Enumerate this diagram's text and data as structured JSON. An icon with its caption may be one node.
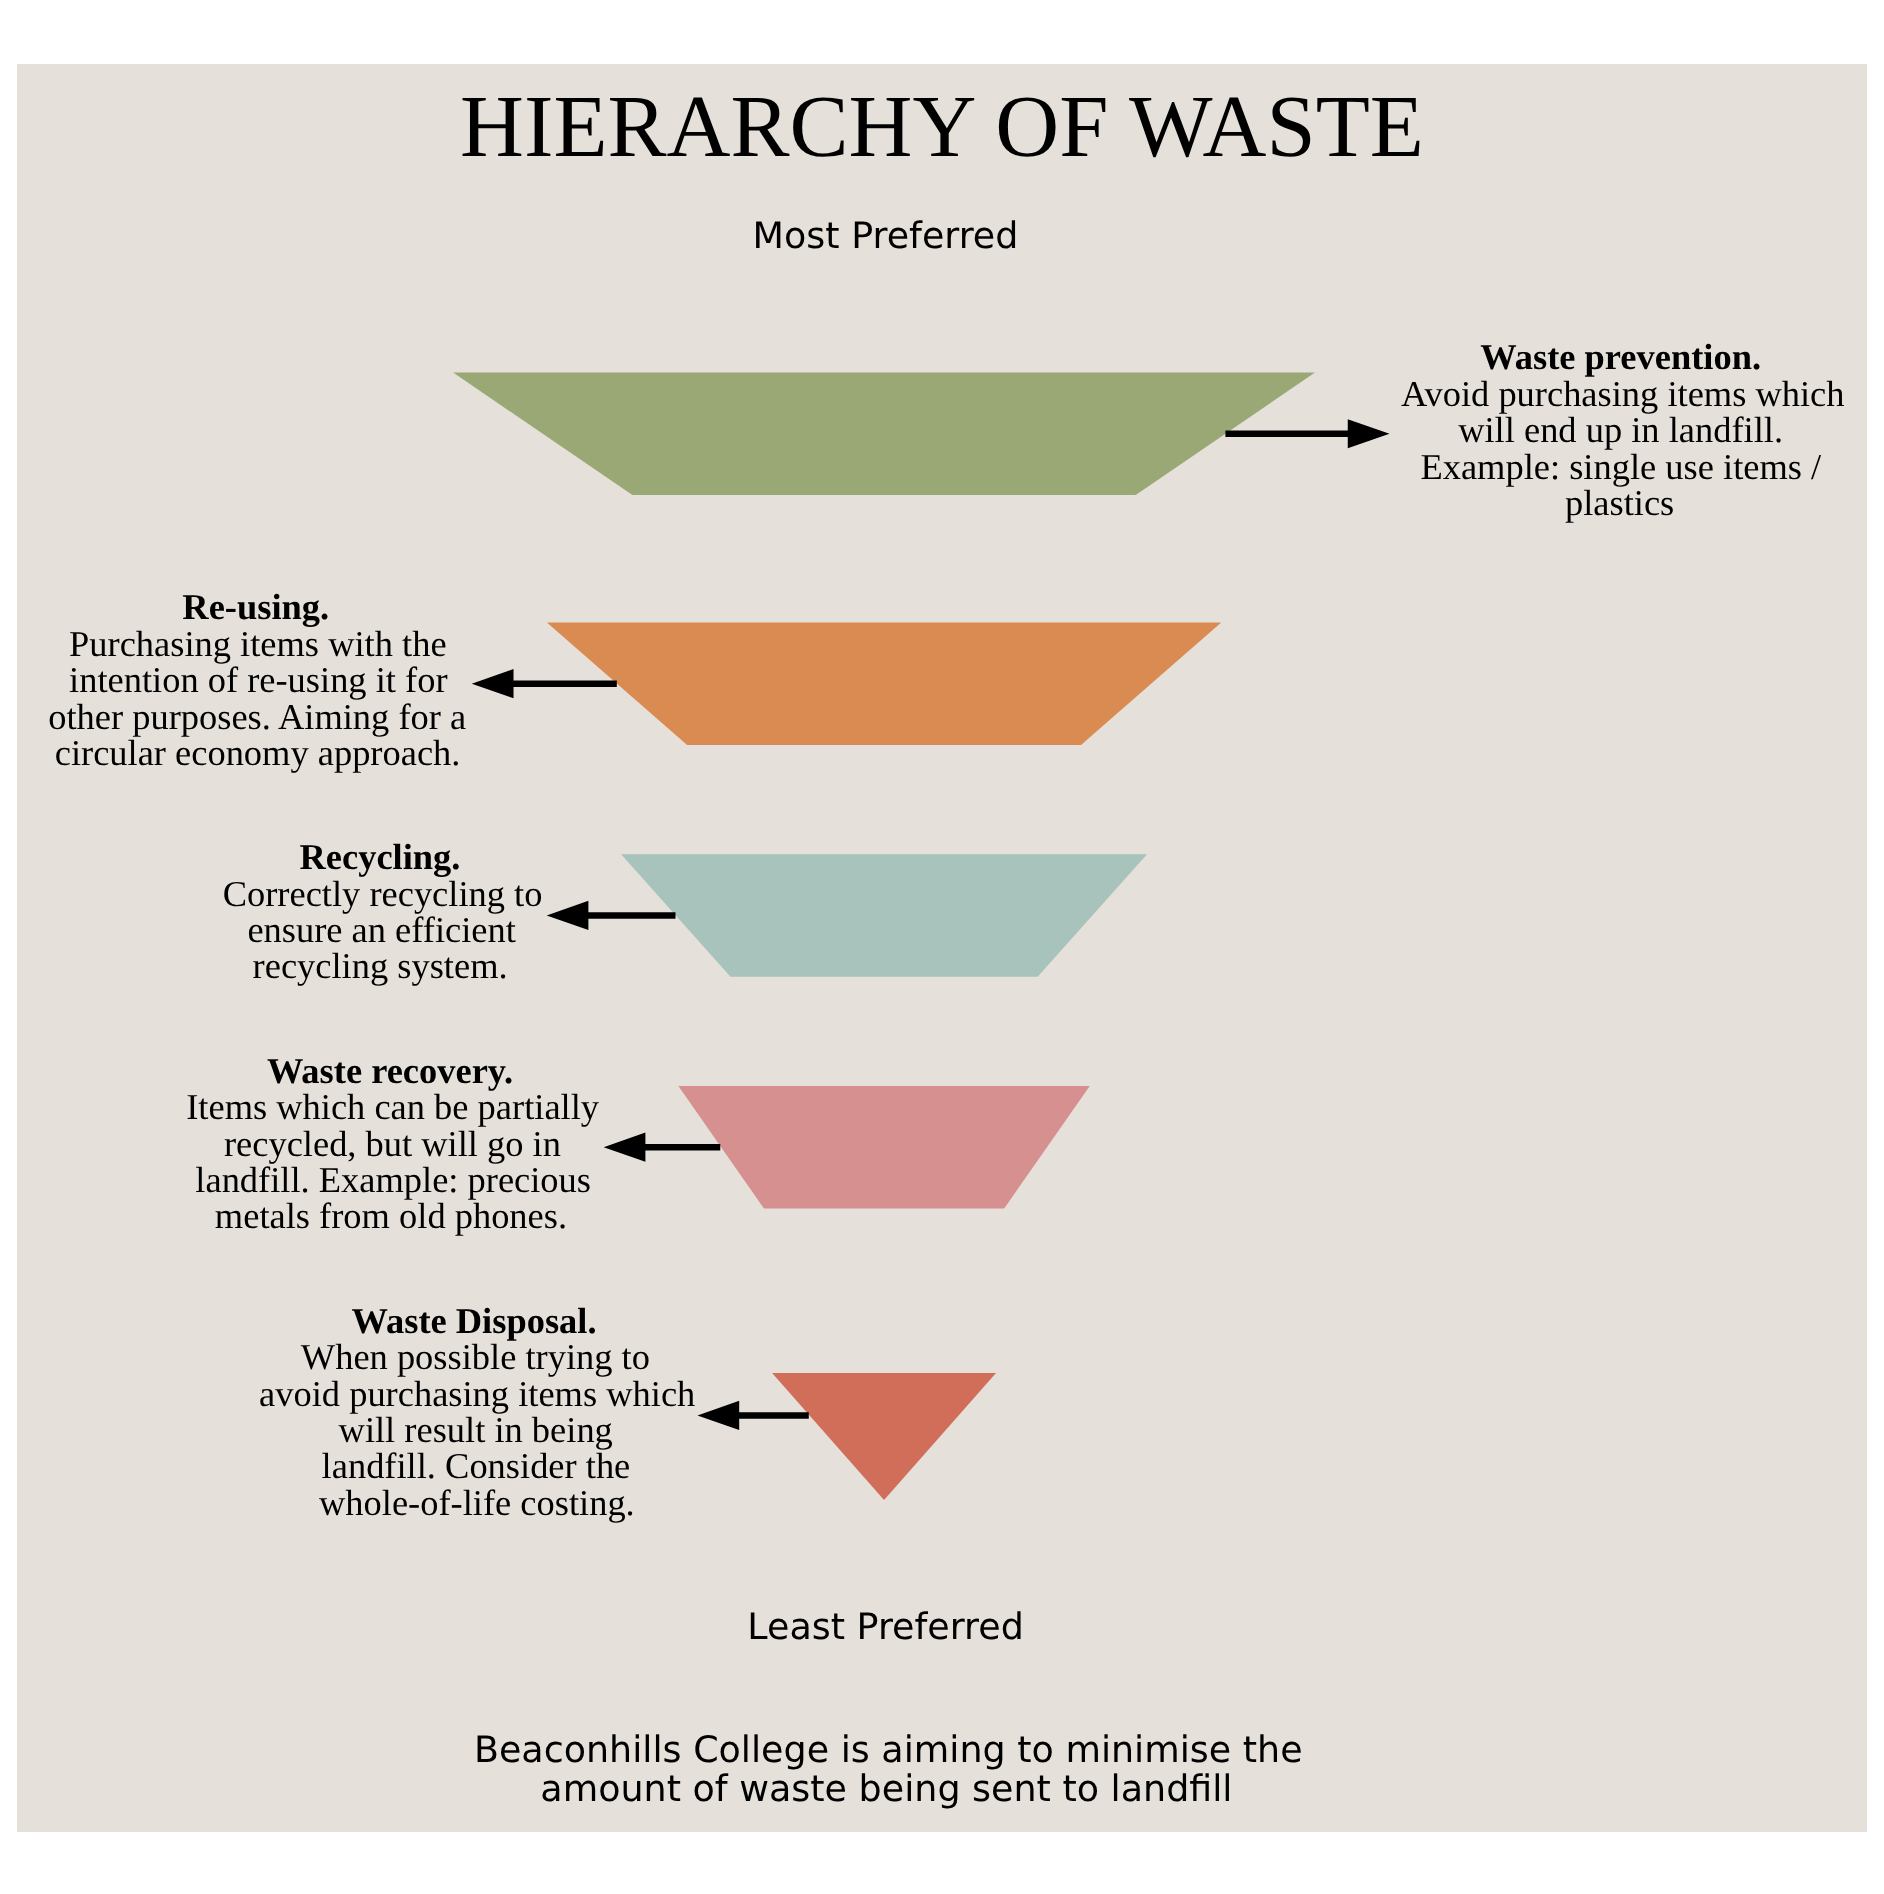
{
  "diagram": {
    "title": "HIERARCHY OF WASTE",
    "nodes": [
      {
        "text": [],
        "shape": "trapezoid"
      },
      {
        "text": [],
        "shape": "trapezoid"
      },
      {
        "text": [],
        "shape": "trapezoid"
      },
      {
        "text": [],
        "shape": "trapezoid"
      },
      {
        "text": [],
        "shape": "triangle"
      },
      {
        "text": [
          "Waste prevention.",
          "Avoid purchasing items which will end up in landfill. Example: single use items / plastics"
        ]
      },
      {
        "text": [
          "Re-using.",
          "Purchasing items with the intention of re-using it for other purposes. Aiming for a circular economy approach."
        ]
      },
      {
        "text": [
          "Recycling.",
          "Correctly recycling to ensure an efficient recycling system."
        ]
      },
      {
        "text": [
          "Waste recovery.",
          "Items which can be partially recycled, but will go in landfill. Example: precious metals from old phones."
        ]
      },
      {
        "text": [
          "Waste Disposal.",
          "When possible trying to avoid purchasing items which will result in being landfill. Consider the whole-of-life costing."
        ]
      }
    ],
    "edges": [
      {
        "from": 0,
        "to": 5,
        "arrow": "to"
      },
      {
        "from": 1,
        "to": 6,
        "arrow": "to"
      },
      {
        "from": 2,
        "to": 7,
        "arrow": "to"
      },
      {
        "from": 3,
        "to": 8,
        "arrow": "to"
      },
      {
        "from": 4,
        "to": 9,
        "arrow": "to"
      }
    ],
    "labels": [
      "Most Preferred",
      "Least Preferred",
      "Beaconhills College is aiming to minimise the amount of waste being sent to landfill"
    ]
  }
}
